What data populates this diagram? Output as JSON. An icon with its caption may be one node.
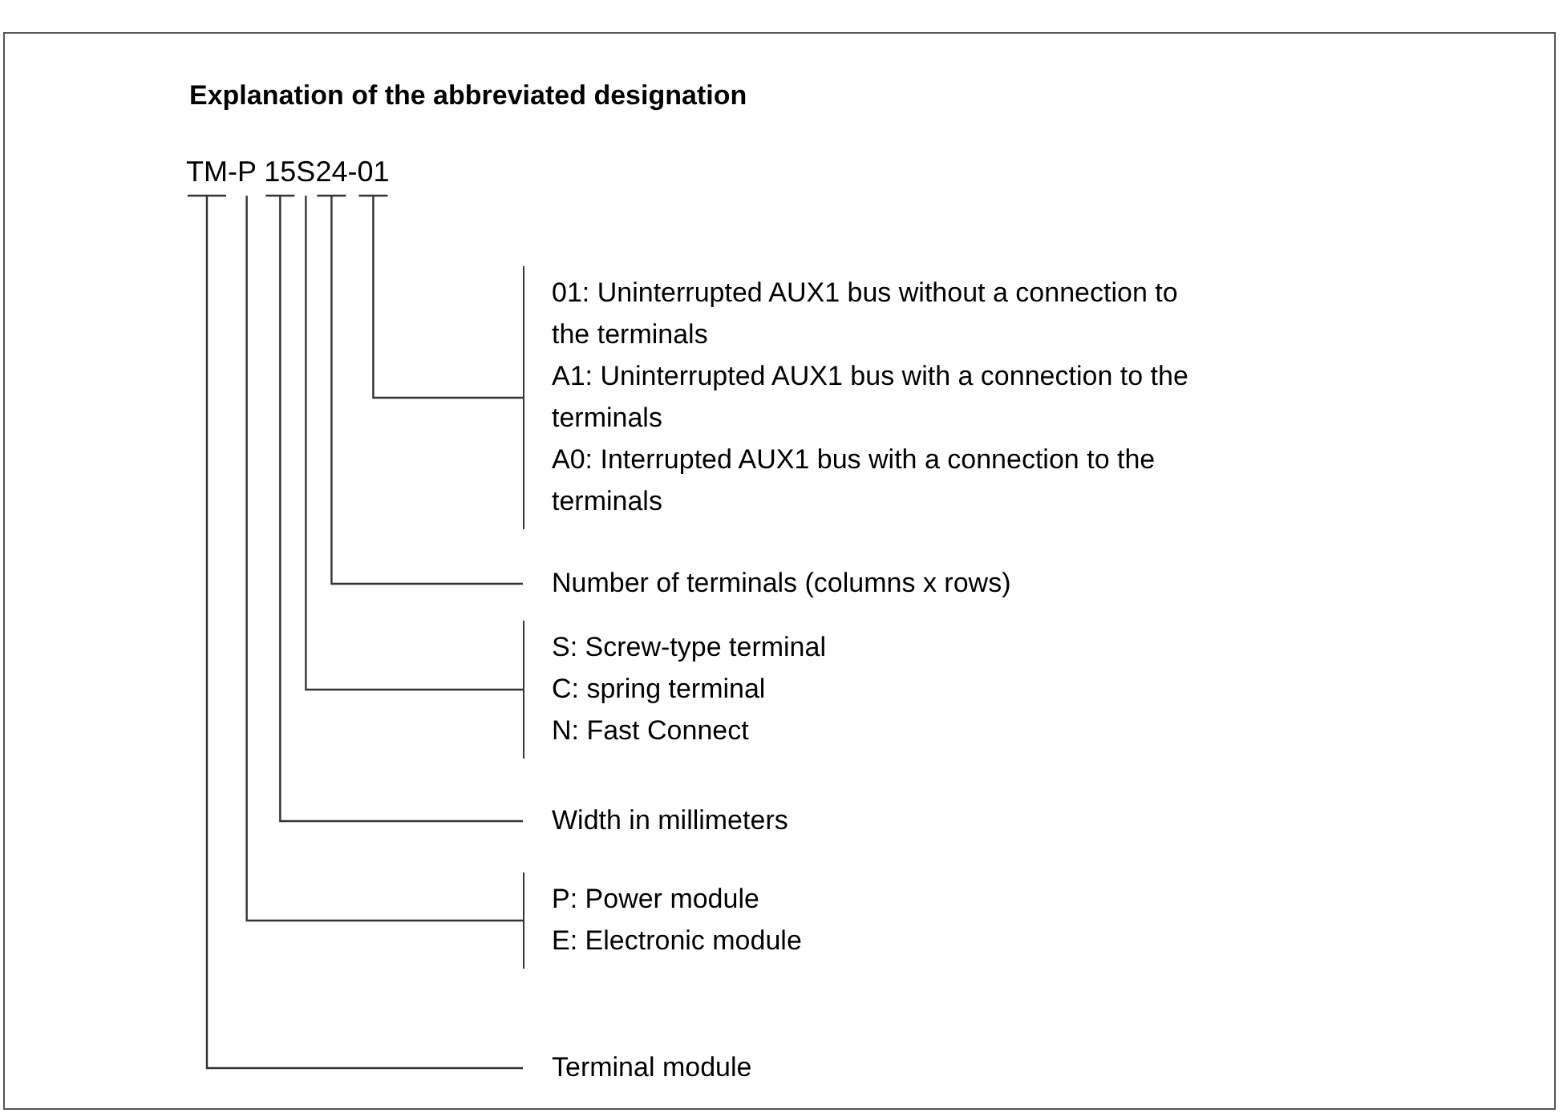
{
  "diagram": {
    "title": "Explanation of the abbreviated designation",
    "nodes": [
      {
        "text": [
          "TM-P 15S24-01"
        ]
      },
      {
        "text": [
          "01: Uninterrupted AUX1 bus without a connection to the terminals",
          "A1: Uninterrupted AUX1 bus with a connection to the terminals",
          "A0: Interrupted AUX1 bus with a connection to the terminals"
        ]
      },
      {
        "text": [
          "Number of terminals (columns x rows)"
        ]
      },
      {
        "text": [
          "S: Screw-type terminal",
          "C: spring terminal",
          "N: Fast Connect"
        ]
      },
      {
        "text": [
          "Width in millimeters"
        ]
      },
      {
        "text": [
          "P: Power module",
          "E: Electronic module"
        ]
      },
      {
        "text": [
          "Terminal module"
        ]
      }
    ],
    "edges": [
      {
        "from": 1,
        "to": 0,
        "arrow": "none"
      },
      {
        "from": 2,
        "to": 0,
        "arrow": "none"
      },
      {
        "from": 3,
        "to": 0,
        "arrow": "none"
      },
      {
        "from": 4,
        "to": 0,
        "arrow": "none"
      },
      {
        "from": 5,
        "to": 0,
        "arrow": "none"
      },
      {
        "from": 6,
        "to": 0,
        "arrow": "none"
      }
    ]
  }
}
